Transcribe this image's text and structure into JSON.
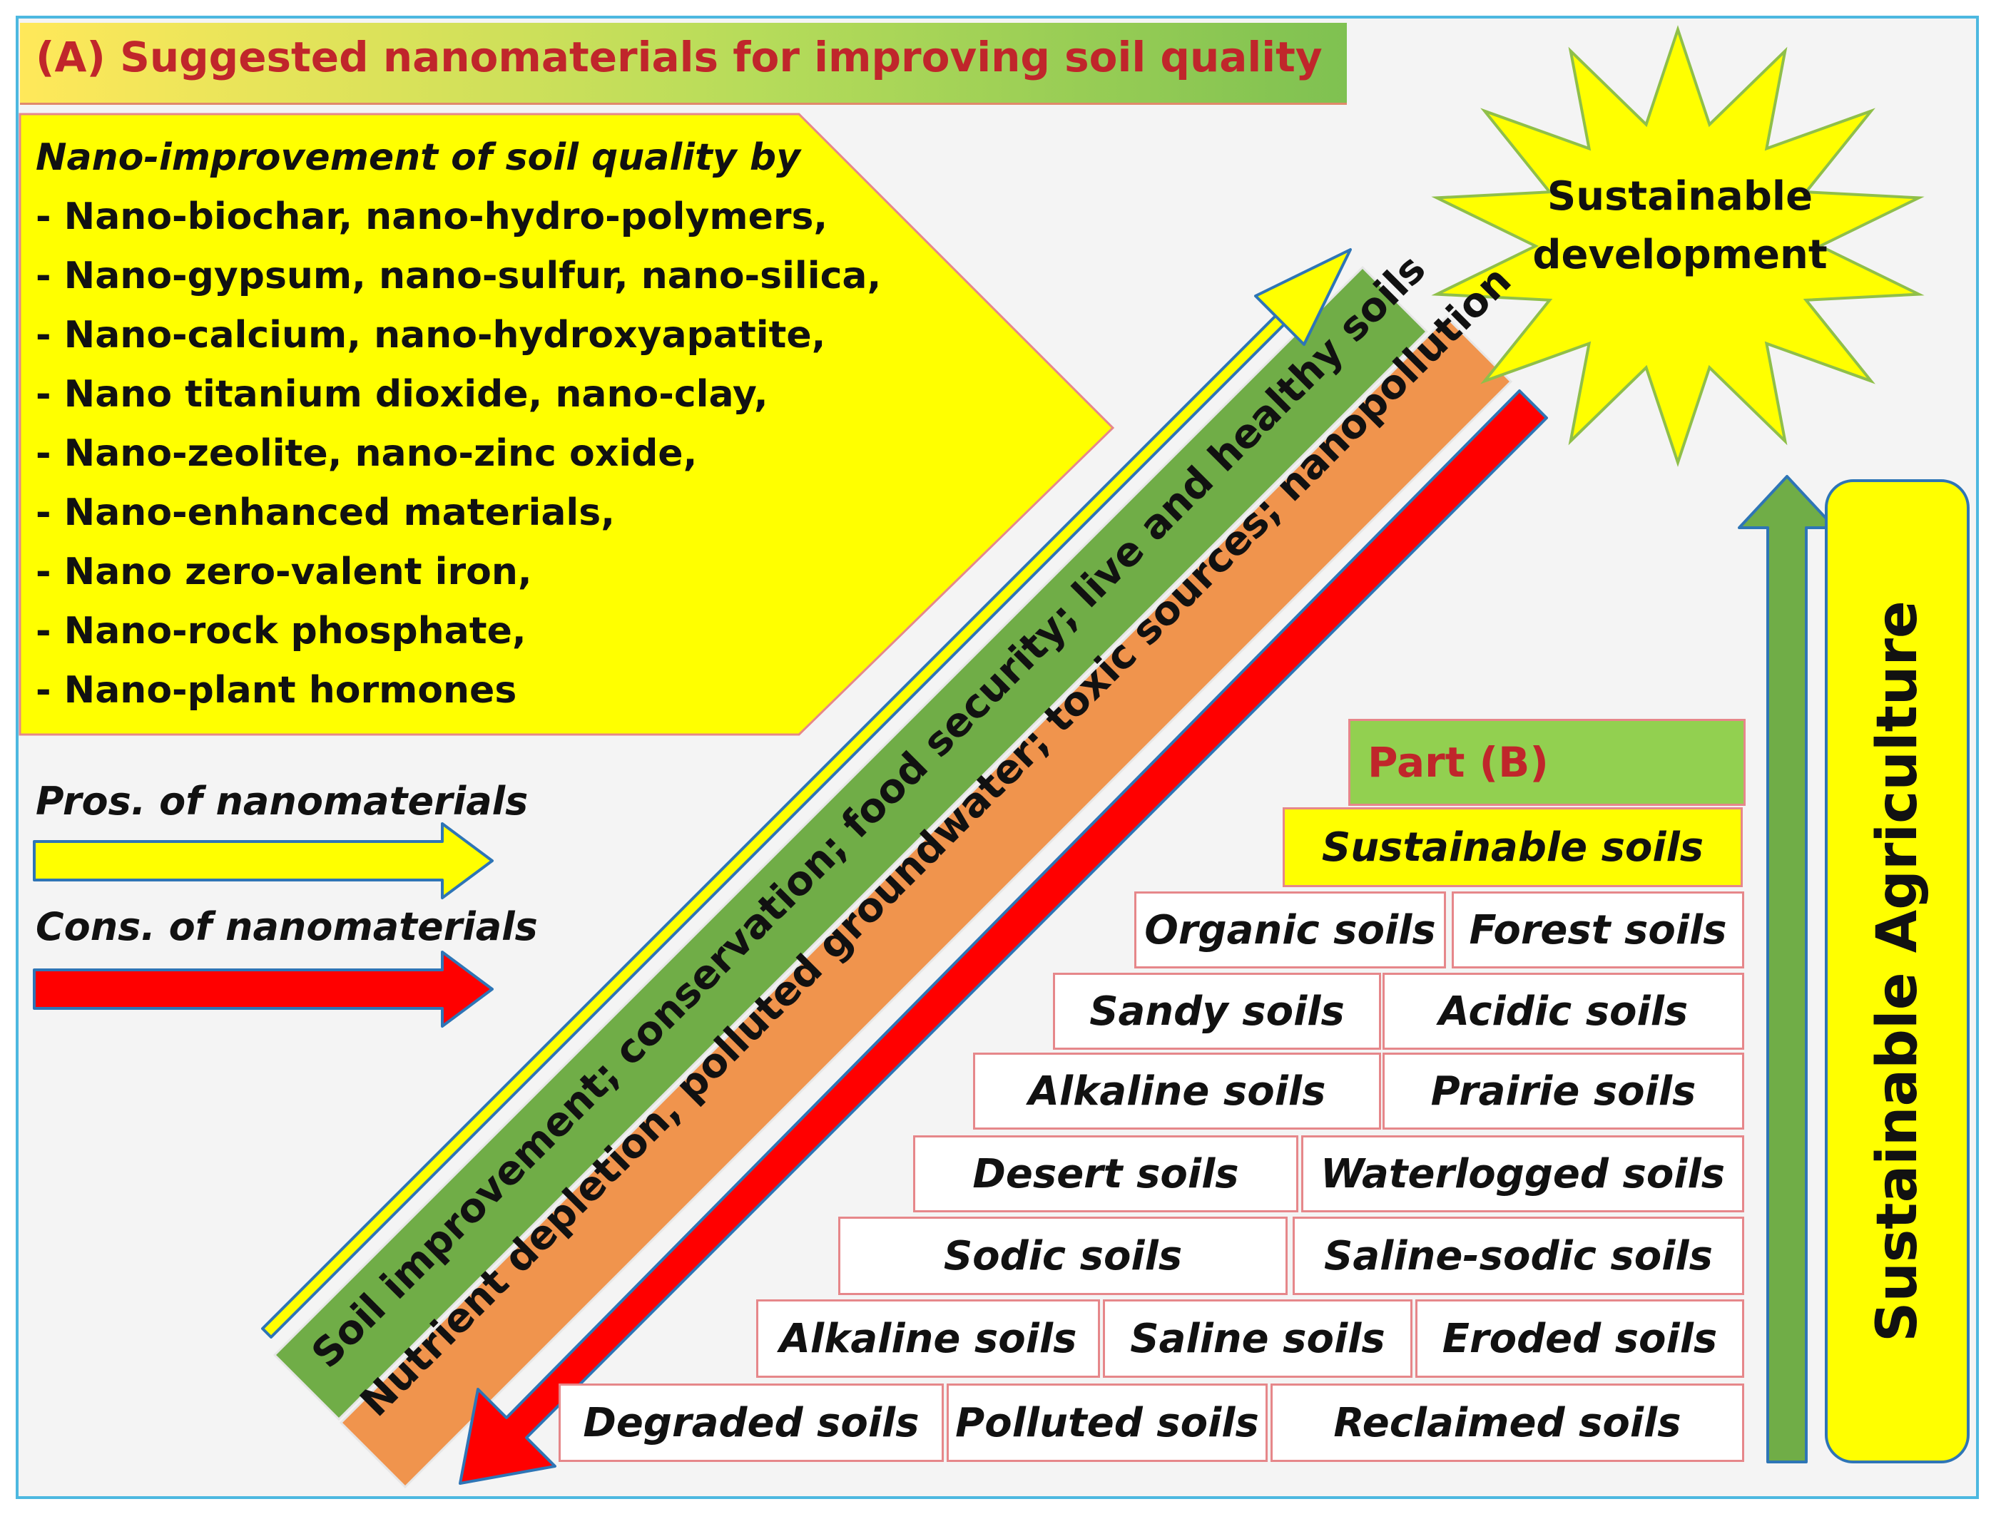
{
  "header": {
    "title": "(A) Suggested nanomaterials for improving soil quality"
  },
  "nano_list": {
    "heading": "Nano-improvement of soil quality by",
    "items": [
      "- Nano-biochar, nano-hydro-polymers,",
      "- Nano-gypsum, nano-sulfur, nano-silica,",
      "- Nano-calcium, nano-hydroxyapatite,",
      "- Nano titanium dioxide, nano-clay,",
      "- Nano-zeolite, nano-zinc oxide,",
      "- Nano-enhanced materials,",
      "- Nano zero-valent iron,",
      "- Nano-rock phosphate,",
      "- Nano-plant hormones"
    ]
  },
  "legend": {
    "pros_label": "Pros. of nanomaterials",
    "cons_label": "Cons. of nanomaterials"
  },
  "diagonal": {
    "pros_text": "Soil improvement; conservation; food security; live and healthy soils",
    "cons_text": "Nutrient depletion, polluted groundwater; toxic sources; nanopollution"
  },
  "burst": {
    "line1": "Sustainable",
    "line2": "development"
  },
  "side": {
    "label": "Sustainable Agriculture"
  },
  "part_b": {
    "title": "Part (B)",
    "top": "Sustainable soils",
    "rows": [
      [
        "Organic soils",
        "Forest soils"
      ],
      [
        "Sandy soils",
        "Acidic soils"
      ],
      [
        "Alkaline soils",
        "Prairie soils"
      ],
      [
        "Desert soils",
        "Waterlogged soils"
      ],
      [
        "Sodic soils",
        "Saline-sodic soils"
      ],
      [
        "Alkaline soils",
        "Saline soils",
        "Eroded soils"
      ],
      [
        "Degraded soils",
        "Polluted soils",
        "Reclaimed soils"
      ]
    ]
  },
  "colors": {
    "yellow": "#ffff00",
    "green": "#70ad47",
    "orange": "#f0944d",
    "red": "#ff0000",
    "title_red": "#c0262b",
    "outline_blue": "#2e75b6"
  }
}
